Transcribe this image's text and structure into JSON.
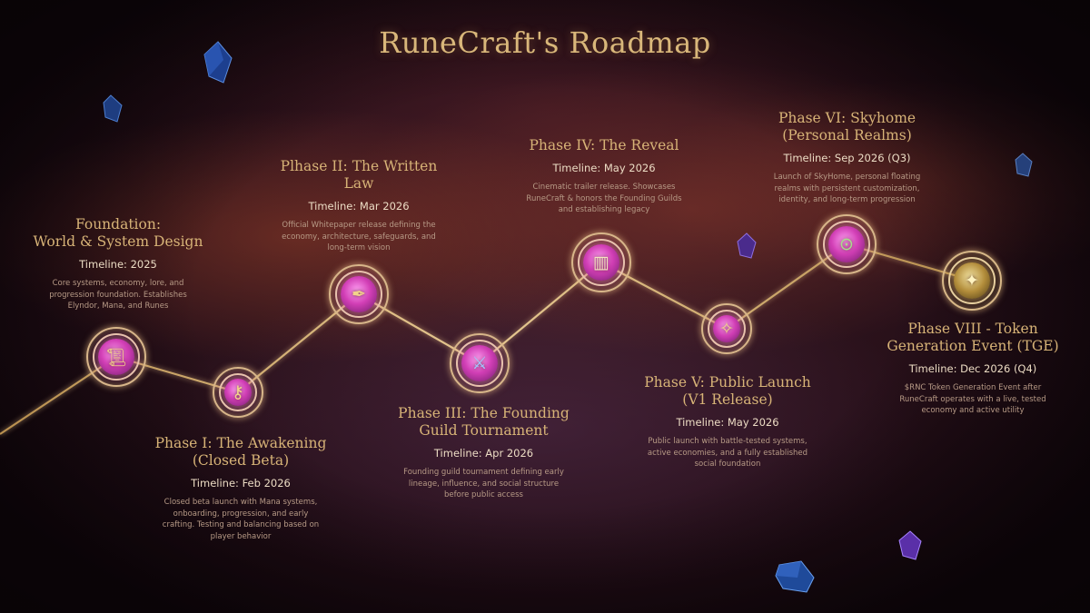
{
  "title": "RuneCraft's Roadmap",
  "phases": [
    {
      "title_line1": "Foundation:",
      "title_line2": "World & System Design",
      "timeline": "Timeline: 2025",
      "description": "Core systems, economy, lore, and progression foundation. Establishes Elyndor, Mana, and Runes",
      "icon": "scroll-icon"
    },
    {
      "title_line1": "Phase I: The Awakening",
      "title_line2": "(Closed Beta)",
      "timeline": "Timeline: Feb 2026",
      "description": "Closed beta launch with Mana systems, onboarding, progression, and early crafting. Testing and balancing based on player behavior",
      "icon": "key-icon"
    },
    {
      "title_line1": "Plhase II: The Written",
      "title_line2": "Law",
      "timeline": "Timeline: Mar 2026",
      "description": "Official Whitepaper release defining the economy, architecture, safeguards, and long-term vision",
      "icon": "quill-icon"
    },
    {
      "title_line1": "Phase III: The Founding",
      "title_line2": "Guild Tournament",
      "timeline": "Timeline: Apr 2026",
      "description": "Founding guild tournament defining early lineage, influence, and social structure before public access",
      "icon": "crossed-swords-icon"
    },
    {
      "title_line1": "Phase IV: The Reveal",
      "title_line2": "",
      "timeline": "Timeline: May 2026",
      "description": "Cinematic trailer release. Showcases RuneCraft & honors the Founding Guilds and establishing legacy",
      "icon": "open-book-icon"
    },
    {
      "title_line1": "Phase V: Public Launch",
      "title_line2": "(V1 Release)",
      "timeline": "Timeline: May 2026",
      "description": "Public launch with battle-tested systems, active economies, and a fully established social foundation",
      "icon": "wand-icon"
    },
    {
      "title_line1": "Phase VI: Skyhome",
      "title_line2": "(Personal Realms)",
      "timeline": "Timeline: Sep 2026 (Q3)",
      "description": "Launch of SkyHome, personal floating realms with persistent customization, identity, and long-term progression",
      "icon": "lock-icon"
    },
    {
      "title_line1": "Phase VIII - Token",
      "title_line2": "Generation Event (TGE)",
      "timeline": "Timeline: Dec 2026 (Q4)",
      "description": "$RNC Token Generation Event after RuneCraft operates with a live, tested economy and active utility",
      "icon": "coin-icon"
    }
  ],
  "colors": {
    "title_gold": "#d9b77a",
    "path_gold": "#cfa86a",
    "node_core": "#d23fb6",
    "text_light": "#ecdcc4",
    "text_muted": "#b79a86"
  }
}
